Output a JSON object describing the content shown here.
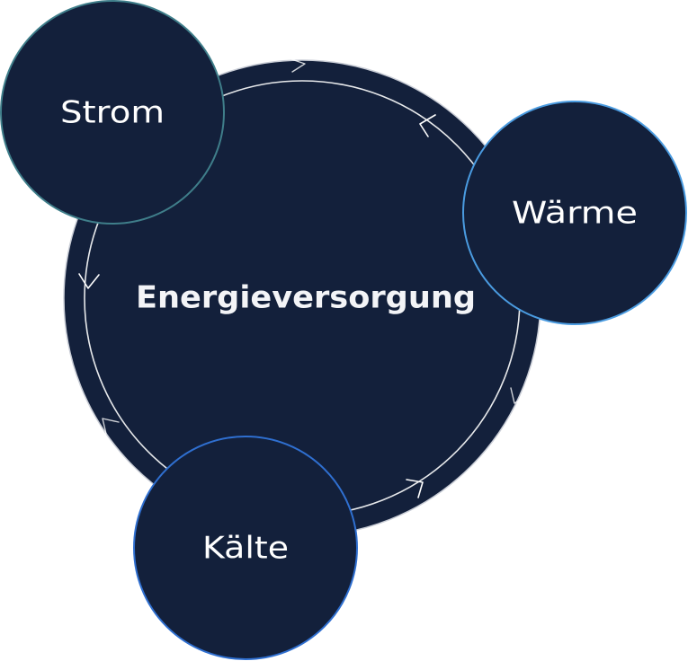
{
  "center": {
    "label": "Energieversorgung"
  },
  "nodes": [
    {
      "id": "strom",
      "label": "Strom"
    },
    {
      "id": "waerme",
      "label": "Wärme"
    },
    {
      "id": "kaelte",
      "label": "Kälte"
    }
  ],
  "colors": {
    "fill": "#13203B",
    "text": "#FFFFFF",
    "ring": "#FFFFFF",
    "center_border": "#C9CDD6",
    "strom_border": "#3F7E8A",
    "waerme_border": "#4A9BE0",
    "kaelte_border": "#2F6FD0"
  }
}
